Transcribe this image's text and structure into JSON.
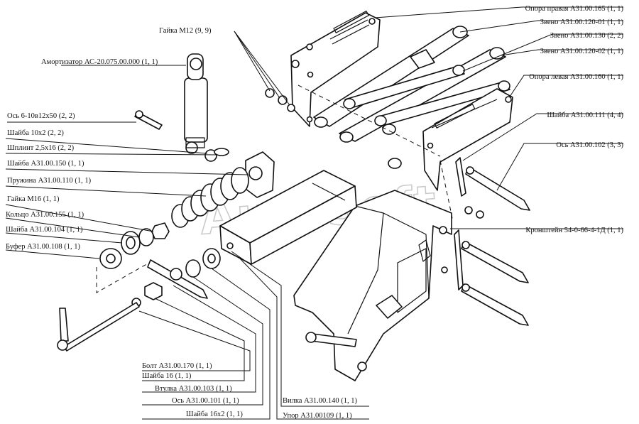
{
  "watermark": "AutoSoft",
  "labels": {
    "opora_pravaya": "Опора правая А31.00.165 (1, 1)",
    "zveno_120_01": "Звено А31.00.120-01 (1, 1)",
    "zveno_130": "Звено А31.00.130 (2, 2)",
    "zveno_120_02": "Звено А31.00.120-02 (1, 1)",
    "opora_levaya": "Опора левая А31.00.160 (1, 1)",
    "shayba_111": "Шайба А31.00.111 (4, 4)",
    "os_102": "Ось А31.00.102 (3, 3)",
    "kronshtein": "Кронштейн 54-0-66-4-1Д (1, 1)",
    "gayka_m12": "Гайка М12 (9, 9)",
    "amortizator": "Амортизатор АС-20.075.00.000 (1, 1)",
    "os_6_10": "Ось 6-10в12х50 (2, 2)",
    "shayba_10x2": "Шайба 10х2 (2, 2)",
    "shplint": "Шплинт 2,5х16 (2, 2)",
    "shayba_150": "Шайба А31.00.150 (1, 1)",
    "pruzhina": "Пружина А31.00.110 (1, 1)",
    "gayka_m16": "Гайка М16 (1, 1)",
    "koltso": "Кольцо А31.00.155 (1, 1)",
    "shayba_104": "Шайба А31.00.104 (1, 1)",
    "bufer": "Буфер А31.00.108 (1, 1)",
    "bolt": "Болт А31.00.170 (1, 1)",
    "shayba_16": "Шайба 16 (1, 1)",
    "vtulka": "Втулка А31.00.103 (1, 1)",
    "os_101": "Ось А31.00.101 (1, 1)",
    "shayba_16x2": "Шайба 16х2 (1, 1)",
    "vilka": "Вилка А31.00.140 (1, 1)",
    "upor": "Упор А31.00109 (1, 1)"
  }
}
